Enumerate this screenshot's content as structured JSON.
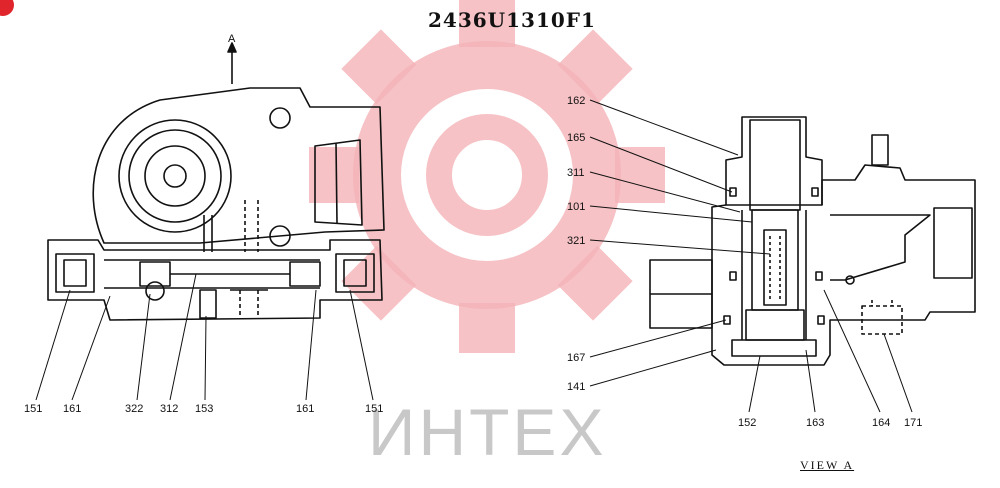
{
  "title": "2436U1310F1",
  "view_label": "VIEW A",
  "arrow_label": "A",
  "watermark": "ИНТЕХ",
  "colors": {
    "line": "#111111",
    "watermark_gear": "#f4b3b6",
    "watermark_text": "#c8c8c8",
    "accent": "#e0262c"
  },
  "left_labels": [
    "151",
    "161",
    "322",
    "312",
    "153",
    "161",
    "151"
  ],
  "right_labels": [
    "162",
    "165",
    "311",
    "101",
    "321",
    "167",
    "141"
  ],
  "bottom_right_labels": [
    "152",
    "163",
    "164",
    "171"
  ]
}
